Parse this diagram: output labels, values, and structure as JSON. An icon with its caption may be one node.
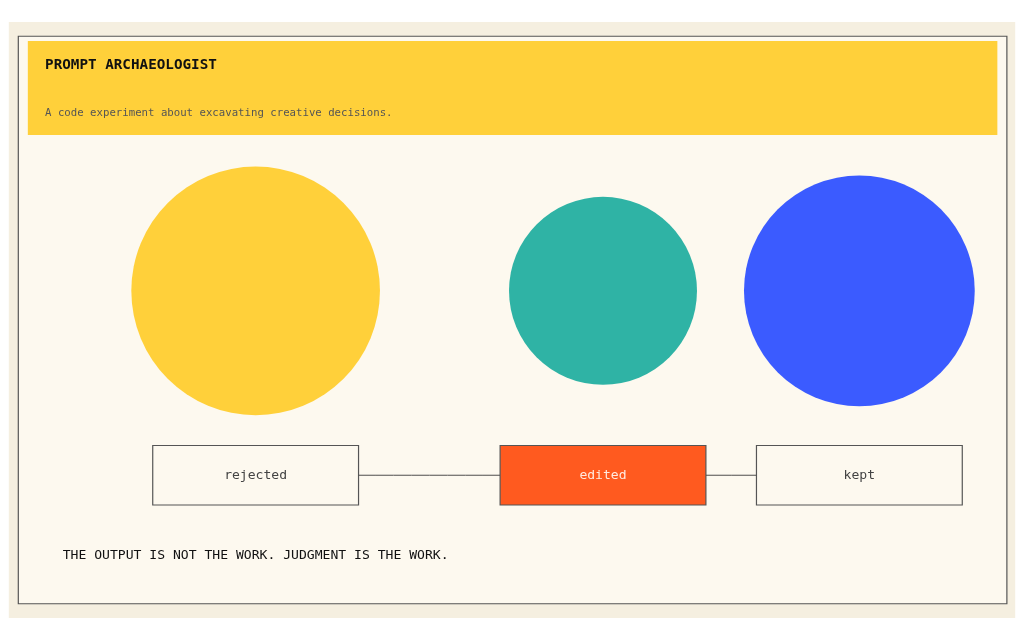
{
  "diagram": {
    "nodes": [
      {
        "text": [
          "PROMPT ARCHAEOLOGIST",
          "A code experiment about excavating creative decisions."
        ]
      },
      {
        "text": [],
        "shape": "circle",
        "in": 0
      },
      {
        "text": [],
        "shape": "circle",
        "in": 0
      },
      {
        "text": [],
        "shape": "circle",
        "in": 0
      },
      {
        "text": [
          "rejected"
        ],
        "in": 0
      },
      {
        "text": [
          "edited"
        ],
        "in": 0
      },
      {
        "text": [
          "kept"
        ],
        "in": 0
      }
    ],
    "edges": [
      {
        "from": 4,
        "to": 5,
        "arrow": "none"
      },
      {
        "from": 5,
        "to": 6,
        "arrow": "none"
      }
    ],
    "labels": [
      "THE OUTPUT IS NOT THE WORK. JUDGMENT IS THE WORK."
    ]
  }
}
